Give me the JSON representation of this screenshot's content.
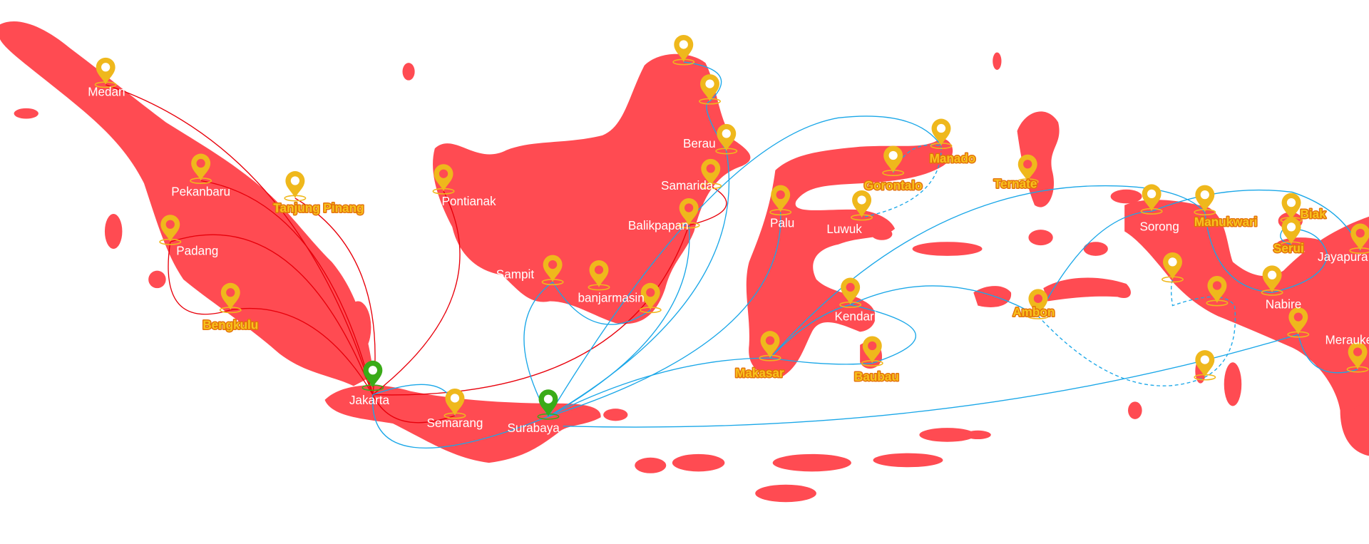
{
  "map": {
    "land_color": "#ff4b52",
    "pin_color": "#efb81c",
    "hub_pin_color": "#3aab18",
    "route_colors": {
      "jakarta_routes": "#e8000b",
      "sea_routes": "#1aa7e8"
    }
  },
  "hubs": [
    "Jakarta",
    "Surabaya"
  ],
  "locations": [
    {
      "name": "Medan",
      "style": "white"
    },
    {
      "name": "Pekanbaru",
      "style": "white"
    },
    {
      "name": "Tanjung Pinang",
      "style": "orange"
    },
    {
      "name": "Padang",
      "style": "white"
    },
    {
      "name": "Bengkulu",
      "style": "orange"
    },
    {
      "name": "Pontianak",
      "style": "white"
    },
    {
      "name": "Jakarta",
      "style": "white"
    },
    {
      "name": "Semarang",
      "style": "white"
    },
    {
      "name": "Surabaya",
      "style": "white"
    },
    {
      "name": "Sampit",
      "style": "white"
    },
    {
      "name": "banjarmasin",
      "style": "white"
    },
    {
      "name": "Berau",
      "style": "white"
    },
    {
      "name": "Samarida",
      "style": "white"
    },
    {
      "name": "Balikpapan",
      "style": "white"
    },
    {
      "name": "Palu",
      "style": "white"
    },
    {
      "name": "Luwuk",
      "style": "white"
    },
    {
      "name": "Gorontalo",
      "style": "orange"
    },
    {
      "name": "Manado",
      "style": "orange"
    },
    {
      "name": "Ternate",
      "style": "orange"
    },
    {
      "name": "Kendari",
      "style": "white"
    },
    {
      "name": "Makasar",
      "style": "orange"
    },
    {
      "name": "Baubau",
      "style": "orange"
    },
    {
      "name": "Ambon",
      "style": "orange"
    },
    {
      "name": "Sorong",
      "style": "white"
    },
    {
      "name": "Manukwari",
      "style": "orange"
    },
    {
      "name": "Biak",
      "style": "orange"
    },
    {
      "name": "Serui",
      "style": "orange"
    },
    {
      "name": "Jayapura",
      "style": "white"
    },
    {
      "name": "Nabire",
      "style": "white"
    },
    {
      "name": "Merauke",
      "style": "white"
    }
  ]
}
